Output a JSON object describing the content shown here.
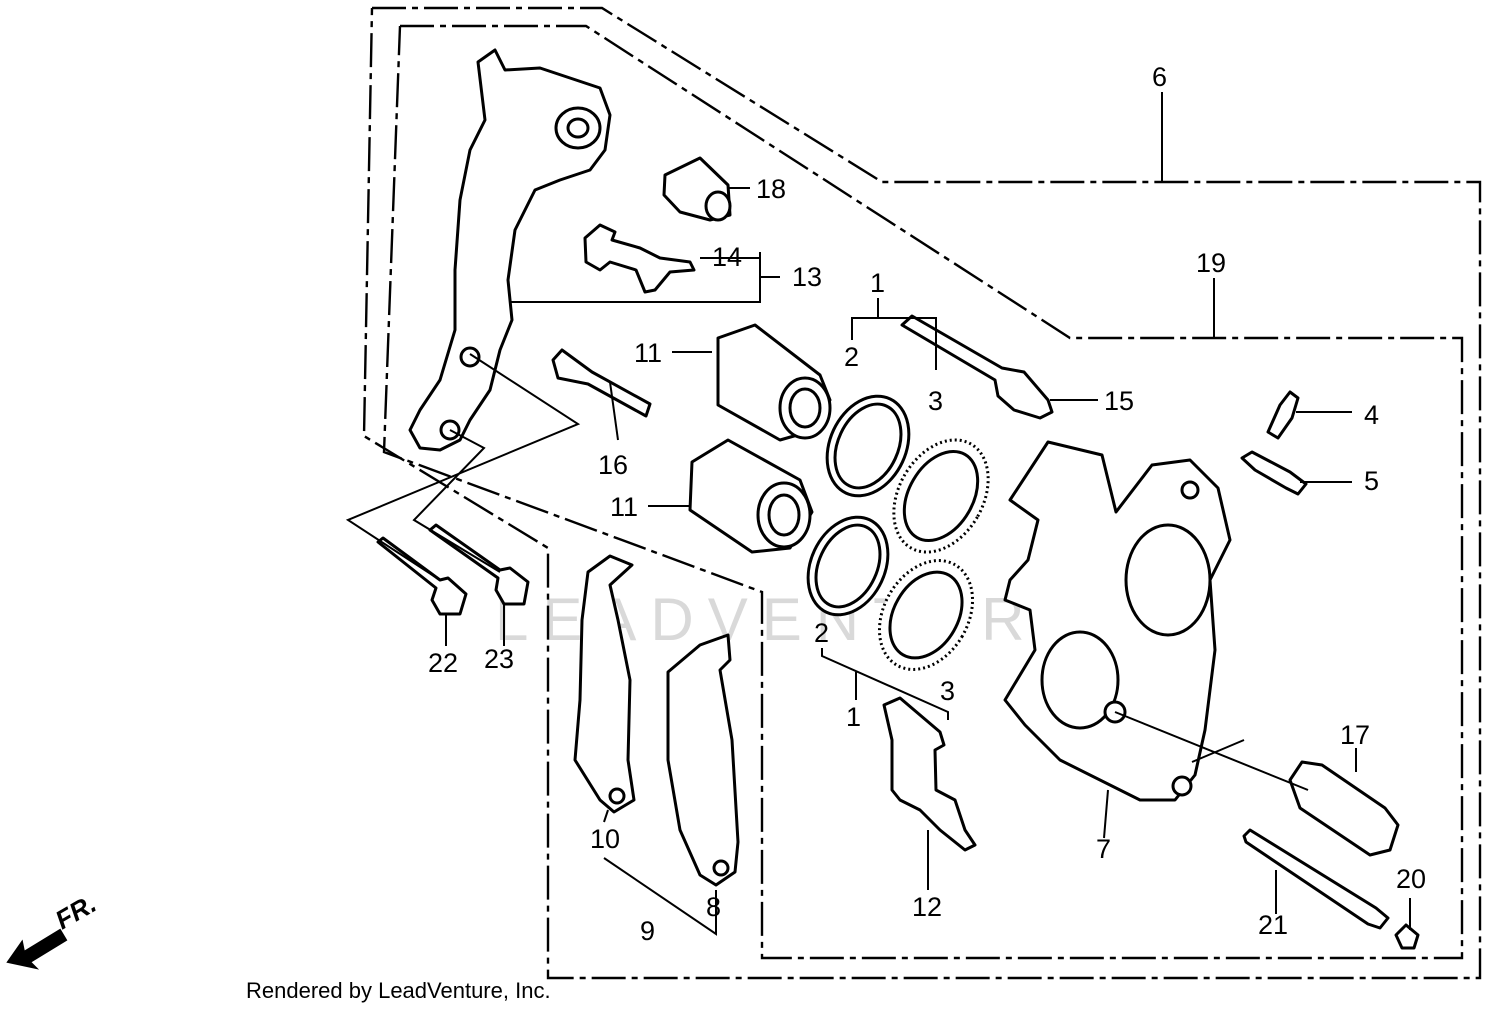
{
  "callouts": [
    {
      "id": "c1a",
      "text": "1"
    },
    {
      "id": "c1b",
      "text": "1"
    },
    {
      "id": "c2a",
      "text": "2"
    },
    {
      "id": "c2b",
      "text": "2"
    },
    {
      "id": "c3a",
      "text": "3"
    },
    {
      "id": "c3b",
      "text": "3"
    },
    {
      "id": "c4",
      "text": "4"
    },
    {
      "id": "c5",
      "text": "5"
    },
    {
      "id": "c6",
      "text": "6"
    },
    {
      "id": "c7",
      "text": "7"
    },
    {
      "id": "c8",
      "text": "8"
    },
    {
      "id": "c9",
      "text": "9"
    },
    {
      "id": "c10",
      "text": "10"
    },
    {
      "id": "c11a",
      "text": "11"
    },
    {
      "id": "c11b",
      "text": "11"
    },
    {
      "id": "c12",
      "text": "12"
    },
    {
      "id": "c13",
      "text": "13"
    },
    {
      "id": "c14",
      "text": "14"
    },
    {
      "id": "c15",
      "text": "15"
    },
    {
      "id": "c16",
      "text": "16"
    },
    {
      "id": "c17",
      "text": "17"
    },
    {
      "id": "c18",
      "text": "18"
    },
    {
      "id": "c19",
      "text": "19"
    },
    {
      "id": "c20",
      "text": "20"
    },
    {
      "id": "c21",
      "text": "21"
    },
    {
      "id": "c22",
      "text": "22"
    },
    {
      "id": "c23",
      "text": "23"
    }
  ],
  "front_indicator": "FR.",
  "credit": "Rendered by LeadVenture, Inc.",
  "watermark": "LEADVENTURE"
}
